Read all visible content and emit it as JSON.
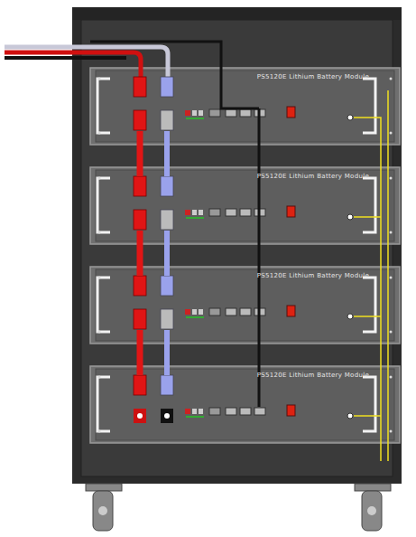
{
  "diagram": {
    "nodes": [
      {
        "text": [
          "PS5120E Lithium Battery Module"
        ]
      },
      {
        "text": [
          "PS5120E Lithium Battery Module"
        ]
      },
      {
        "text": [
          "PS5120E Lithium Battery Module"
        ]
      },
      {
        "text": [
          "PS5120E Lithium Battery Module"
        ]
      }
    ],
    "edges": [
      {
        "from": 0,
        "to": 1,
        "arrow": "none"
      },
      {
        "from": 1,
        "to": 2,
        "arrow": "none"
      },
      {
        "from": 2,
        "to": 3,
        "arrow": "none"
      },
      {
        "from": 0,
        "to": 1,
        "arrow": "none"
      },
      {
        "from": 1,
        "to": 2,
        "arrow": "none"
      },
      {
        "from": 2,
        "to": 3,
        "arrow": "none"
      },
      {
        "from": 0,
        "to": 1,
        "arrow": "none"
      },
      {
        "from": 1,
        "to": 2,
        "arrow": "none"
      },
      {
        "from": 2,
        "to": 3,
        "arrow": "none"
      }
    ]
  }
}
